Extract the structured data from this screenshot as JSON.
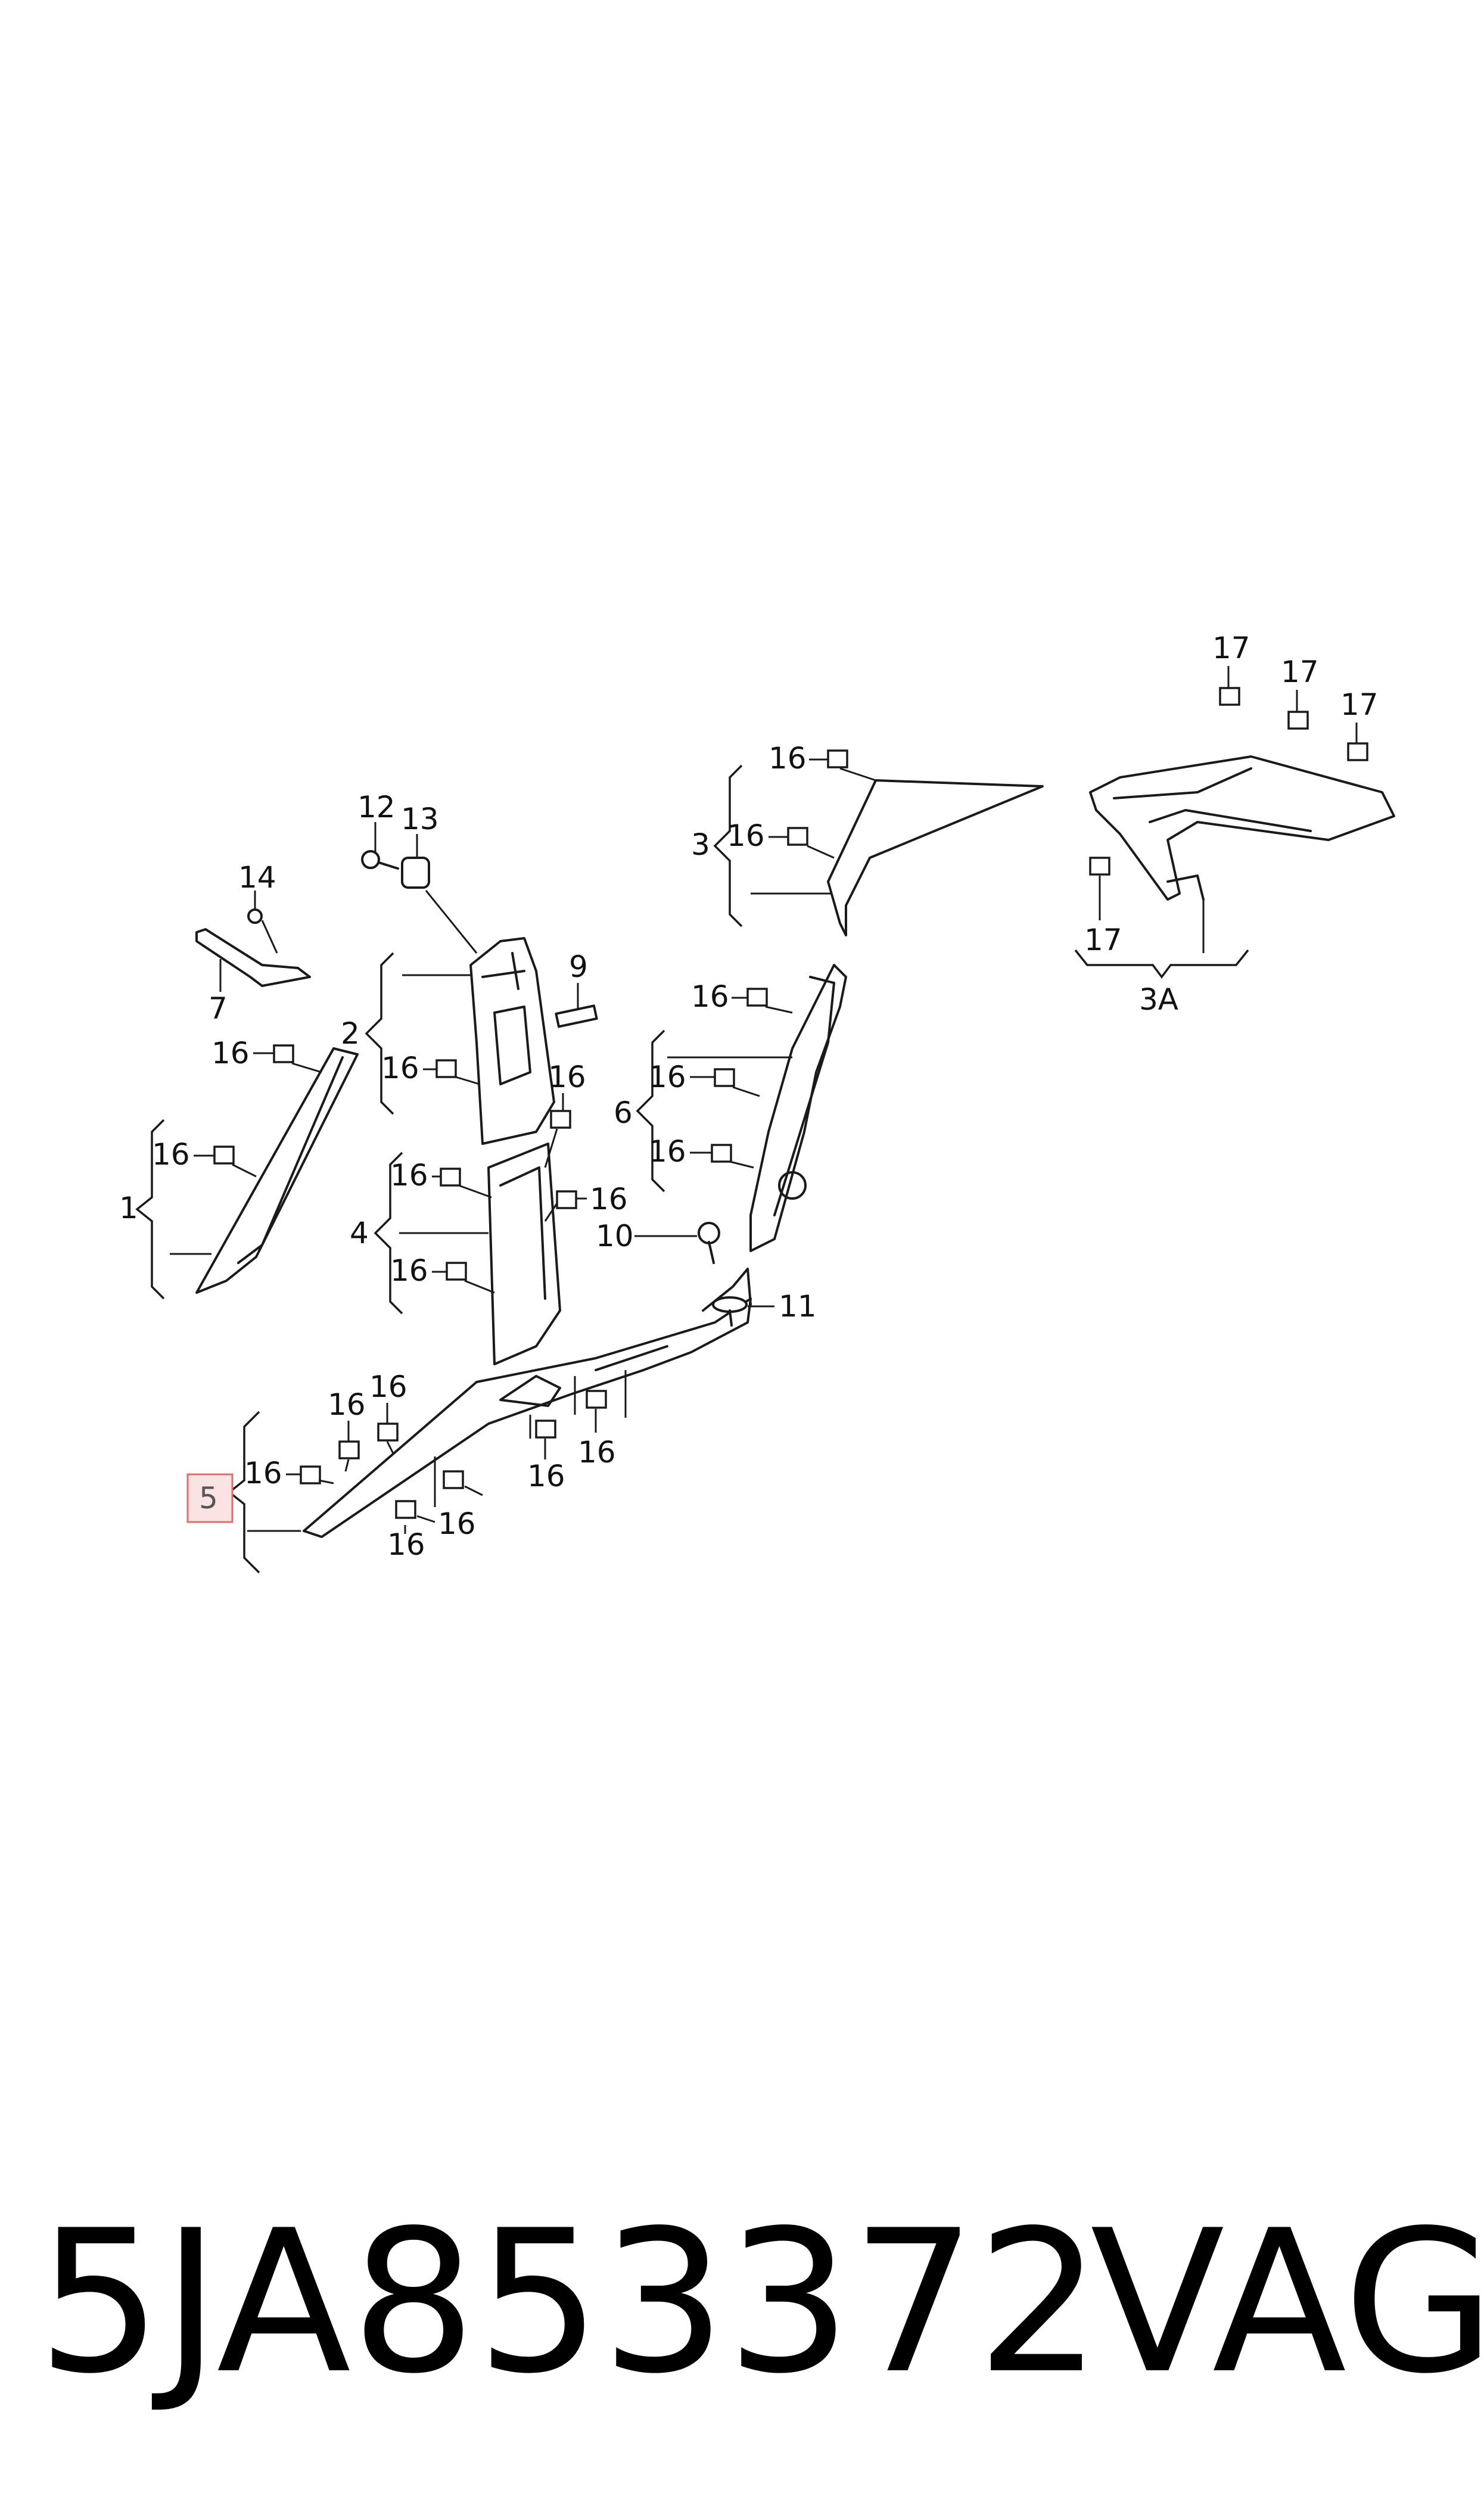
{
  "diagram": {
    "highlighted_part": "5",
    "parts": {
      "p1": "1",
      "p2": "2",
      "p3": "3",
      "p3a": "3A",
      "p4": "4",
      "p5": "5",
      "p6": "6",
      "p7": "7",
      "p9": "9",
      "p10": "10",
      "p11": "11",
      "p12": "12",
      "p13": "13",
      "p14": "14"
    },
    "clip_16": "16",
    "clip_17": "17"
  },
  "footer": {
    "part_number": "5JA853372",
    "brand": "VAG"
  }
}
